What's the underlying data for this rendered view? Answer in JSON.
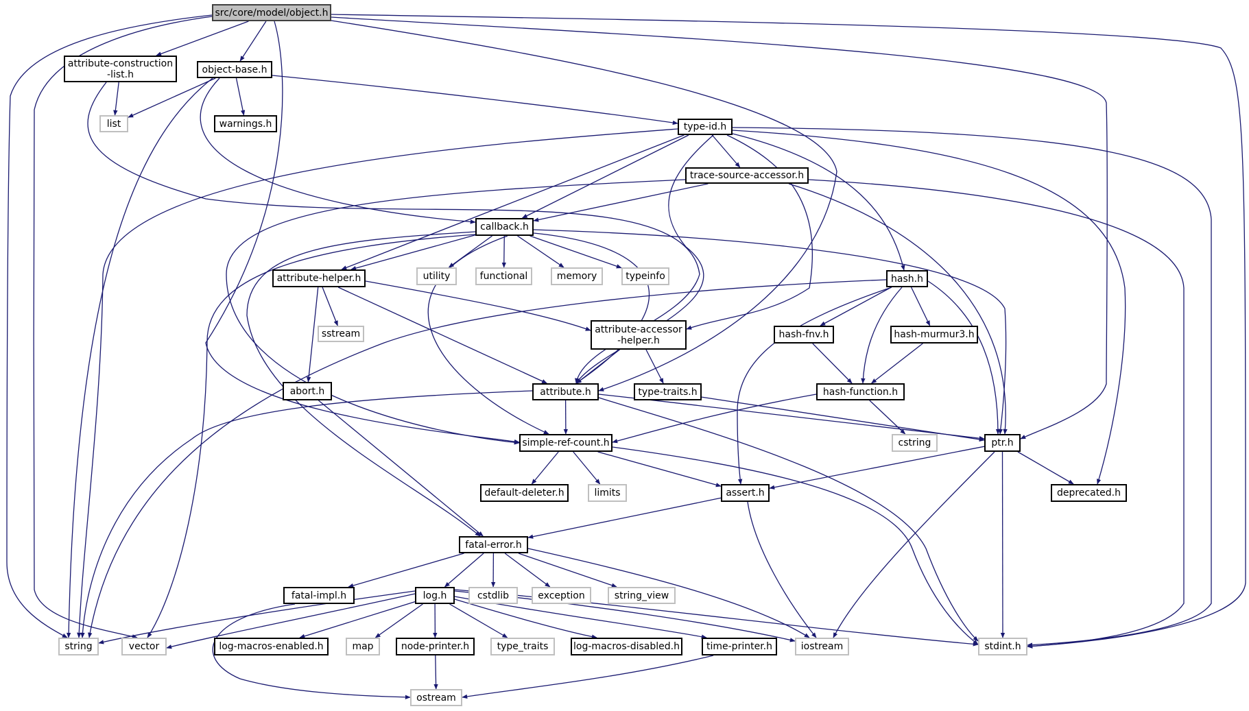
{
  "title": "src/core/model/object.h",
  "colors": {
    "edge": "#191970",
    "root_fill": "#bfbfbf",
    "project_border": "#000000",
    "external_border": "#bfbfbf"
  },
  "nodes": {
    "object": {
      "label": "src/core/model/object.h",
      "kind": "root"
    },
    "attr_constr_list": {
      "label": "attribute-construction\n-list.h",
      "kind": "project"
    },
    "object_base": {
      "label": "object-base.h",
      "kind": "project"
    },
    "list": {
      "label": "list",
      "kind": "external"
    },
    "warnings": {
      "label": "warnings.h",
      "kind": "project"
    },
    "type_id": {
      "label": "type-id.h",
      "kind": "project"
    },
    "trace_source_accessor": {
      "label": "trace-source-accessor.h",
      "kind": "project"
    },
    "callback": {
      "label": "callback.h",
      "kind": "project"
    },
    "utility": {
      "label": "utility",
      "kind": "external"
    },
    "functional": {
      "label": "functional",
      "kind": "external"
    },
    "memory": {
      "label": "memory",
      "kind": "external"
    },
    "typeinfo": {
      "label": "typeinfo",
      "kind": "external"
    },
    "attribute_helper": {
      "label": "attribute-helper.h",
      "kind": "project"
    },
    "hash": {
      "label": "hash.h",
      "kind": "project"
    },
    "sstream": {
      "label": "sstream",
      "kind": "external"
    },
    "attr_accessor_helper": {
      "label": "attribute-accessor\n-helper.h",
      "kind": "project"
    },
    "hash_fnv": {
      "label": "hash-fnv.h",
      "kind": "project"
    },
    "hash_murmur3": {
      "label": "hash-murmur3.h",
      "kind": "project"
    },
    "abort": {
      "label": "abort.h",
      "kind": "project"
    },
    "attribute": {
      "label": "attribute.h",
      "kind": "project"
    },
    "type_traits_h": {
      "label": "type-traits.h",
      "kind": "project"
    },
    "hash_function": {
      "label": "hash-function.h",
      "kind": "project"
    },
    "simple_ref_count": {
      "label": "simple-ref-count.h",
      "kind": "project"
    },
    "cstring": {
      "label": "cstring",
      "kind": "external"
    },
    "ptr": {
      "label": "ptr.h",
      "kind": "project"
    },
    "default_deleter": {
      "label": "default-deleter.h",
      "kind": "project"
    },
    "limits": {
      "label": "limits",
      "kind": "external"
    },
    "assert": {
      "label": "assert.h",
      "kind": "project"
    },
    "deprecated": {
      "label": "deprecated.h",
      "kind": "project"
    },
    "fatal_error": {
      "label": "fatal-error.h",
      "kind": "project"
    },
    "fatal_impl": {
      "label": "fatal-impl.h",
      "kind": "project"
    },
    "log": {
      "label": "log.h",
      "kind": "project"
    },
    "cstdlib": {
      "label": "cstdlib",
      "kind": "external"
    },
    "exception": {
      "label": "exception",
      "kind": "external"
    },
    "string_view": {
      "label": "string_view",
      "kind": "external"
    },
    "string": {
      "label": "string",
      "kind": "external"
    },
    "vector": {
      "label": "vector",
      "kind": "external"
    },
    "log_macros_enabled": {
      "label": "log-macros-enabled.h",
      "kind": "project"
    },
    "map": {
      "label": "map",
      "kind": "external"
    },
    "node_printer": {
      "label": "node-printer.h",
      "kind": "project"
    },
    "type_traits": {
      "label": "type_traits",
      "kind": "external"
    },
    "log_macros_disabled": {
      "label": "log-macros-disabled.h",
      "kind": "project"
    },
    "time_printer": {
      "label": "time-printer.h",
      "kind": "project"
    },
    "iostream": {
      "label": "iostream",
      "kind": "external"
    },
    "stdint": {
      "label": "stdint.h",
      "kind": "external"
    },
    "ostream": {
      "label": "ostream",
      "kind": "external"
    }
  },
  "edges": [
    [
      "object",
      "attr_constr_list"
    ],
    [
      "object",
      "object_base"
    ],
    [
      "object",
      "string"
    ],
    [
      "object",
      "vector"
    ],
    [
      "object",
      "simple_ref_count"
    ],
    [
      "object",
      "attribute"
    ],
    [
      "object",
      "ptr"
    ],
    [
      "object",
      "stdint"
    ],
    [
      "attr_constr_list",
      "list"
    ],
    [
      "attr_constr_list",
      "attribute"
    ],
    [
      "object_base",
      "list"
    ],
    [
      "object_base",
      "warnings"
    ],
    [
      "object_base",
      "type_id"
    ],
    [
      "object_base",
      "string"
    ],
    [
      "object_base",
      "callback"
    ],
    [
      "type_id",
      "string"
    ],
    [
      "type_id",
      "callback"
    ],
    [
      "type_id",
      "attribute_helper"
    ],
    [
      "type_id",
      "trace_source_accessor"
    ],
    [
      "type_id",
      "attribute"
    ],
    [
      "type_id",
      "attr_accessor_helper"
    ],
    [
      "type_id",
      "hash"
    ],
    [
      "type_id",
      "deprecated"
    ],
    [
      "type_id",
      "stdint"
    ],
    [
      "trace_source_accessor",
      "callback"
    ],
    [
      "trace_source_accessor",
      "ptr"
    ],
    [
      "trace_source_accessor",
      "stdint"
    ],
    [
      "trace_source_accessor",
      "simple_ref_count"
    ],
    [
      "callback",
      "utility"
    ],
    [
      "callback",
      "functional"
    ],
    [
      "callback",
      "memory"
    ],
    [
      "callback",
      "typeinfo"
    ],
    [
      "callback",
      "attribute_helper"
    ],
    [
      "callback",
      "ptr"
    ],
    [
      "callback",
      "fatal_error"
    ],
    [
      "callback",
      "simple_ref_count"
    ],
    [
      "callback",
      "vector"
    ],
    [
      "callback",
      "attribute"
    ],
    [
      "attribute_helper",
      "sstream"
    ],
    [
      "attribute_helper",
      "abort"
    ],
    [
      "attribute_helper",
      "attribute"
    ],
    [
      "attribute_helper",
      "attr_accessor_helper"
    ],
    [
      "hash",
      "hash_fnv"
    ],
    [
      "hash",
      "hash_murmur3"
    ],
    [
      "hash",
      "hash_function"
    ],
    [
      "hash",
      "assert"
    ],
    [
      "hash",
      "ptr"
    ],
    [
      "hash",
      "string"
    ],
    [
      "attr_accessor_helper",
      "attribute"
    ],
    [
      "attr_accessor_helper",
      "type_traits_h"
    ],
    [
      "hash_fnv",
      "hash_function"
    ],
    [
      "hash_murmur3",
      "hash_function"
    ],
    [
      "hash_function",
      "cstring"
    ],
    [
      "hash_function",
      "simple_ref_count"
    ],
    [
      "abort",
      "fatal_error"
    ],
    [
      "attribute",
      "simple_ref_count"
    ],
    [
      "attribute",
      "ptr"
    ],
    [
      "attribute",
      "string"
    ],
    [
      "attribute",
      "stdint"
    ],
    [
      "type_traits_h",
      "ptr"
    ],
    [
      "simple_ref_count",
      "default_deleter"
    ],
    [
      "simple_ref_count",
      "limits"
    ],
    [
      "simple_ref_count",
      "assert"
    ],
    [
      "simple_ref_count",
      "stdint"
    ],
    [
      "ptr",
      "assert"
    ],
    [
      "ptr",
      "deprecated"
    ],
    [
      "ptr",
      "stdint"
    ],
    [
      "ptr",
      "iostream"
    ],
    [
      "assert",
      "fatal_error"
    ],
    [
      "assert",
      "iostream"
    ],
    [
      "fatal_error",
      "fatal_impl"
    ],
    [
      "fatal_error",
      "log"
    ],
    [
      "fatal_error",
      "cstdlib"
    ],
    [
      "fatal_error",
      "exception"
    ],
    [
      "fatal_error",
      "string_view"
    ],
    [
      "fatal_error",
      "iostream"
    ],
    [
      "fatal_impl",
      "ostream"
    ],
    [
      "log",
      "string"
    ],
    [
      "log",
      "vector"
    ],
    [
      "log",
      "log_macros_enabled"
    ],
    [
      "log",
      "map"
    ],
    [
      "log",
      "node_printer"
    ],
    [
      "log",
      "type_traits"
    ],
    [
      "log",
      "log_macros_disabled"
    ],
    [
      "log",
      "time_printer"
    ],
    [
      "log",
      "iostream"
    ],
    [
      "log",
      "stdint"
    ],
    [
      "node_printer",
      "ostream"
    ],
    [
      "time_printer",
      "ostream"
    ]
  ]
}
